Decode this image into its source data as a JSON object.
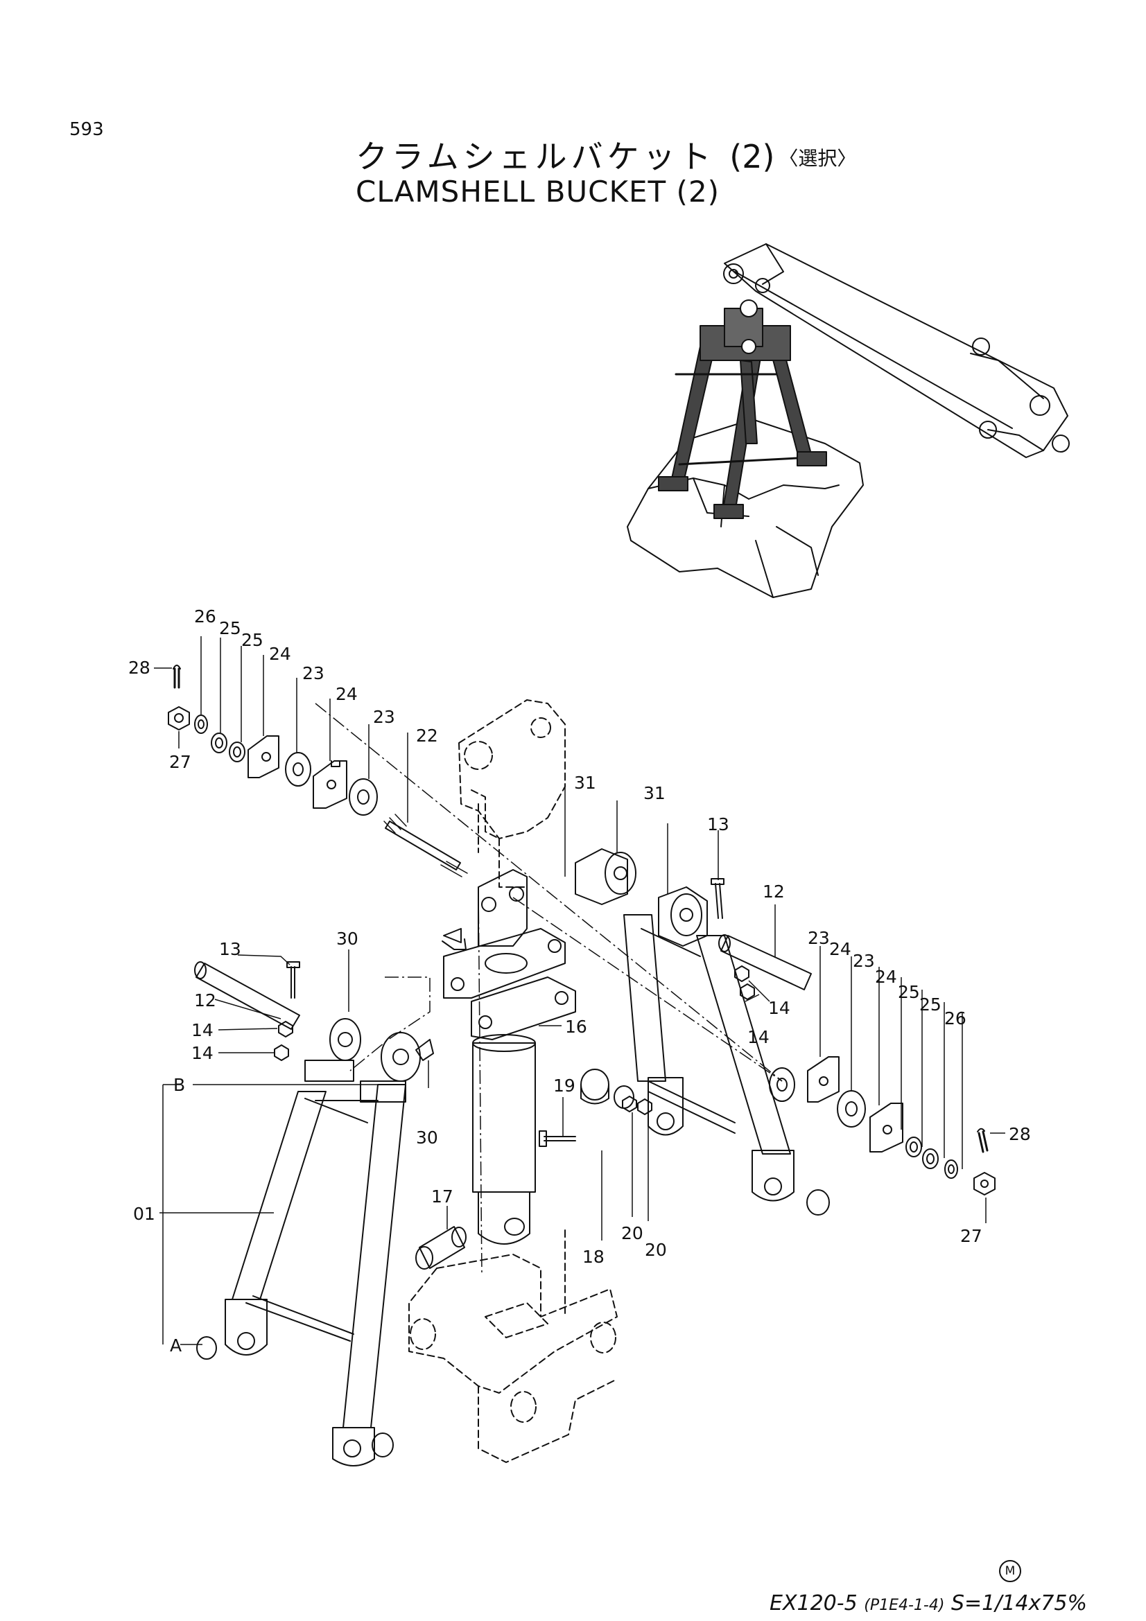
{
  "page_number": "593",
  "title": {
    "japanese": "クラムシェルバケット",
    "japanese_number": "(2)",
    "option": "〈選択〉",
    "english": "CLAMSHELL  BUCKET  (2)"
  },
  "callouts": {
    "c01": "01",
    "cA": "A",
    "cB": "B",
    "c12a": "12",
    "c12b": "12",
    "c13a": "13",
    "c13b": "13",
    "c14a": "14",
    "c14b": "14",
    "c14c": "14",
    "c14d": "14",
    "c16": "16",
    "c17": "17",
    "c18": "18",
    "c19": "19",
    "c20a": "20",
    "c20b": "20",
    "c22": "22",
    "c23a": "23",
    "c23b": "23",
    "c23c": "23",
    "c23d": "23",
    "c24a": "24",
    "c24b": "24",
    "c24c": "24",
    "c24d": "24",
    "c25a": "25",
    "c25b": "25",
    "c25c": "25",
    "c25d": "25",
    "c26a": "26",
    "c26b": "26",
    "c27a": "27",
    "c27b": "27",
    "c28a": "28",
    "c28b": "28",
    "c30a": "30",
    "c30b": "30",
    "c31a": "31",
    "c31b": "31"
  },
  "footer": {
    "model": "EX120-5",
    "ref": "(P1E4-1-4)",
    "scale": "S=1/14x75%",
    "mark": "M"
  }
}
